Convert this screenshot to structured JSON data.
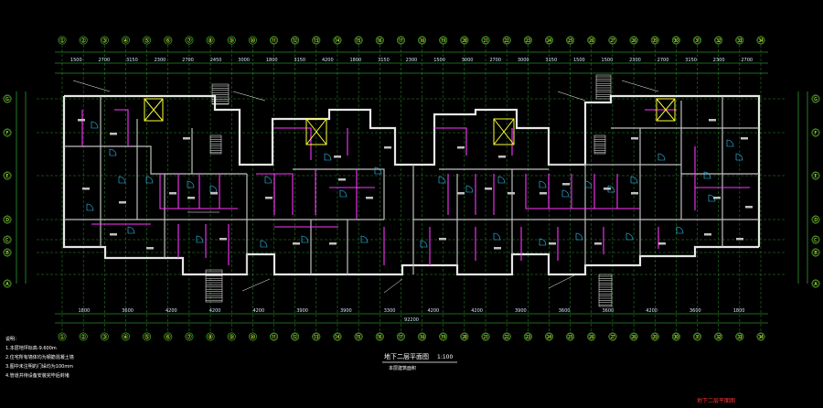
{
  "drawing": {
    "title": "地下二层平面图",
    "scale": "1:100",
    "title_subline": "本层建筑面积",
    "sheet_label": "地下二层平面图",
    "total_dimension": "92200"
  },
  "top_axes": [
    "①",
    "②",
    "③",
    "④",
    "⑤",
    "⑥",
    "⑦",
    "⑧",
    "⑨",
    "⑩",
    "⑪",
    "⑫",
    "⑬",
    "⑭",
    "⑮",
    "⑯",
    "⑰",
    "⑱",
    "⑲",
    "⑳",
    "㉑",
    "㉒",
    "㉓",
    "㉔",
    "㉕",
    "㉖",
    "㉗",
    "㉘",
    "㉙",
    "㉚",
    "㉛",
    "㉜",
    "㉝",
    "㉞"
  ],
  "side_axes": [
    "Ⓐ",
    "Ⓑ",
    "Ⓒ",
    "Ⓓ",
    "Ⓔ",
    "Ⓕ",
    "Ⓖ"
  ],
  "top_dimensions": [
    "1500",
    "2700",
    "3150",
    "2300",
    "2700",
    "2450",
    "3000",
    "1800",
    "3150",
    "4200",
    "1800",
    "3150",
    "2300",
    "1500",
    "3000",
    "2700",
    "3000",
    "3150",
    "1500",
    "1500",
    "2300",
    "2700",
    "3150",
    "2300",
    "2700"
  ],
  "bottom_dimensions": [
    "1800",
    "3600",
    "4200",
    "4200",
    "4200",
    "3900",
    "3900",
    "3300",
    "4200",
    "4200",
    "3900",
    "3600",
    "3600",
    "4200",
    "3600",
    "1800"
  ],
  "notes": [
    "说明：",
    "1.本层地坪标高-9.600m",
    "2.住宅所有墙体均为钢筋混凝土墙",
    "3.图中未注明的门垛均为100mm",
    "4.管道井待设备安装完毕后封堵"
  ],
  "colors": {
    "wall": "#e6e6e6",
    "partition": "#ff33ff",
    "grid": "#3cd13c",
    "door": "#33ccff",
    "accent": "#ffff33",
    "sheet_label": "#ff3333"
  }
}
